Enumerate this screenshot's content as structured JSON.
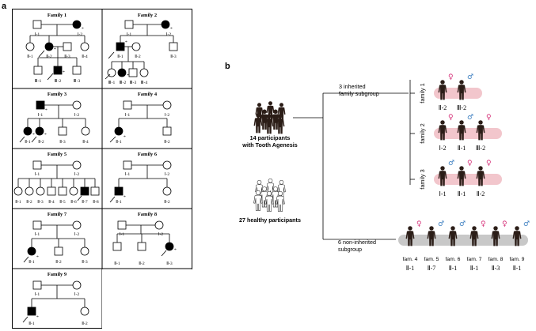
{
  "panels": {
    "a": "a",
    "b": "b"
  },
  "families": [
    {
      "title": "Family 1",
      "gen1": [
        "Ⅰ-1",
        "Ⅰ-2"
      ],
      "gen2": [
        "Ⅱ-1",
        "Ⅱ-2",
        "Ⅱ-3",
        "Ⅱ-4"
      ],
      "gen3": [
        "Ⅲ-1",
        "Ⅲ-2",
        "Ⅲ-3"
      ]
    },
    {
      "title": "Family 2",
      "gen1": [
        "Ⅰ-1",
        "Ⅰ-2"
      ],
      "gen2": [
        "Ⅱ-1",
        "Ⅱ-2",
        "Ⅱ-3"
      ],
      "gen3": [
        "Ⅲ-1",
        "Ⅲ-2",
        "Ⅲ-3",
        "Ⅲ-4"
      ]
    },
    {
      "title": "Family 3",
      "gen1": [
        "Ⅰ-1",
        "Ⅰ-2"
      ],
      "gen2": [
        "Ⅱ-1",
        "Ⅱ-2",
        "Ⅱ-3",
        "Ⅱ-4"
      ]
    },
    {
      "title": "Family 4",
      "gen1": [
        "Ⅰ-1",
        "Ⅰ-2"
      ],
      "gen2": [
        "Ⅱ-1",
        "Ⅱ-2"
      ]
    },
    {
      "title": "Family 5",
      "gen1": [
        "Ⅰ-1",
        "Ⅰ-2"
      ],
      "gen2": [
        "Ⅱ-1",
        "Ⅱ-2",
        "Ⅱ-3",
        "Ⅱ-4",
        "Ⅱ-5",
        "Ⅱ-6",
        "Ⅱ-7",
        "Ⅱ-8"
      ]
    },
    {
      "title": "Family 6",
      "gen1": [
        "Ⅰ-1",
        "Ⅰ-2"
      ],
      "gen2": [
        "Ⅱ-1",
        "Ⅱ-2"
      ]
    },
    {
      "title": "Family 7",
      "gen1": [
        "Ⅰ-1",
        "Ⅰ-2"
      ],
      "gen2": [
        "Ⅱ-1",
        "Ⅱ-2",
        "Ⅱ-3"
      ]
    },
    {
      "title": "Family 8",
      "gen1": [
        "Ⅰ-1",
        "Ⅰ-2"
      ],
      "gen2": [
        "Ⅱ-1",
        "Ⅱ-2",
        "Ⅱ-3"
      ]
    },
    {
      "title": "Family 9",
      "gen1": [
        "Ⅰ-1",
        "Ⅰ-2"
      ],
      "gen2": [
        "Ⅱ-1",
        "Ⅱ-2"
      ]
    }
  ],
  "proband_mark": "*",
  "participants": {
    "line1": "14 participants",
    "line2": "with Tooth Agenesis",
    "healthy": "27 healthy participants"
  },
  "inherited": {
    "line1": "3 inherited",
    "line2": "family subgroup"
  },
  "noninherited": {
    "line1": "6 non-inherited",
    "line2": "subgroup"
  },
  "subfamilies": [
    {
      "label": "family 1",
      "members": [
        {
          "sex": "♀",
          "id": "Ⅱ-2"
        },
        {
          "sex": "♂",
          "id": "Ⅲ-2"
        }
      ]
    },
    {
      "label": "family 2",
      "members": [
        {
          "sex": "♀",
          "id": "Ⅰ-2"
        },
        {
          "sex": "♂",
          "id": "Ⅱ-1"
        },
        {
          "sex": "♀",
          "id": "Ⅲ-2"
        }
      ]
    },
    {
      "label": "family 3",
      "members": [
        {
          "sex": "♂",
          "id": "Ⅰ-1"
        },
        {
          "sex": "♀",
          "id": "Ⅱ-1"
        },
        {
          "sex": "♀",
          "id": "Ⅱ-2"
        }
      ]
    }
  ],
  "noninherited_members": [
    {
      "sex": "♀",
      "fam": "fam. 4",
      "id": "Ⅱ-1"
    },
    {
      "sex": "♂",
      "fam": "fam. 5",
      "id": "Ⅱ-7"
    },
    {
      "sex": "♂",
      "fam": "fam. 6",
      "id": "Ⅱ-1"
    },
    {
      "sex": "♀",
      "fam": "fam. 7",
      "id": "Ⅱ-1"
    },
    {
      "sex": "♀",
      "fam": "fam. 8",
      "id": "Ⅱ-3"
    },
    {
      "sex": "♂",
      "fam": "fam. 9",
      "id": "Ⅱ-1"
    }
  ],
  "colors": {
    "female": "#d6337a",
    "male": "#3d7fc1",
    "figure": "#2b1d17",
    "highlight": "#f2c6cc",
    "band": "#c8c8c8"
  }
}
